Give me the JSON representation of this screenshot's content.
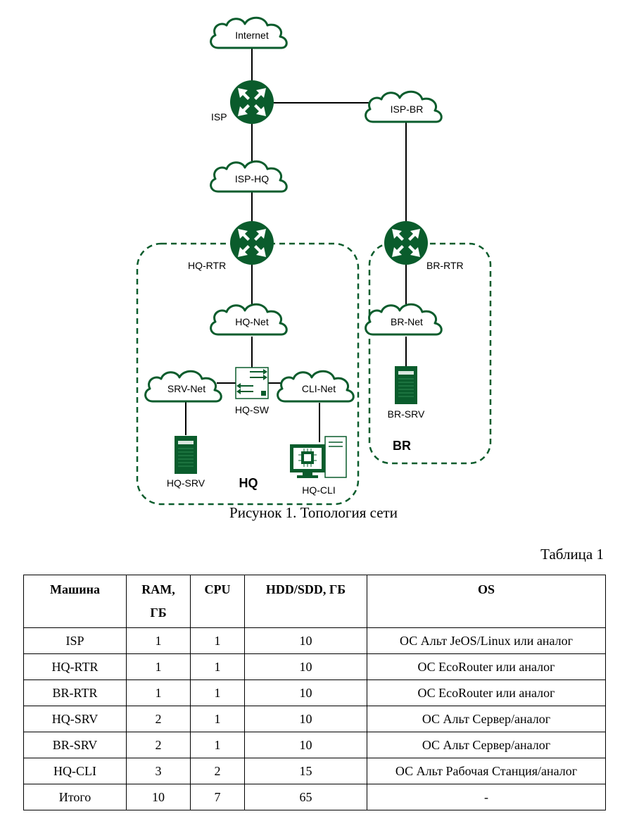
{
  "diagram": {
    "nodes": {
      "internet": "Internet",
      "isp": "ISP",
      "isp_br": "ISP-BR",
      "isp_hq": "ISP-HQ",
      "hq_rtr": "HQ-RTR",
      "br_rtr": "BR-RTR",
      "hq_net": "HQ-Net",
      "br_net": "BR-Net",
      "srv_net": "SRV-Net",
      "cli_net": "CLI-Net",
      "hq_sw": "HQ-SW",
      "hq_srv": "HQ-SRV",
      "br_srv": "BR-SRV",
      "hq_cli": "HQ-CLI"
    },
    "zones": {
      "hq": "HQ",
      "br": "BR"
    },
    "colors": {
      "device_green": "#0a5c2c",
      "cloud_stroke": "#0a5c2c",
      "zone_dash": "#0a5c2c"
    }
  },
  "caption": "Рисунок 1. Топология сети",
  "table_caption": "Таблица 1",
  "table": {
    "headers": {
      "machine": "Машина",
      "ram_1": "RAM,",
      "ram_2": "ГБ",
      "cpu": "CPU",
      "disk": "HDD/SDD, ГБ",
      "os": "OS"
    },
    "rows": [
      [
        "ISP",
        "1",
        "1",
        "10",
        "ОС Альт JeOS/Linux или аналог"
      ],
      [
        "HQ-RTR",
        "1",
        "1",
        "10",
        "ОС EcoRouter или аналог"
      ],
      [
        "BR-RTR",
        "1",
        "1",
        "10",
        "ОС EcoRouter или аналог"
      ],
      [
        "HQ-SRV",
        "2",
        "1",
        "10",
        "ОС Альт Сервер/аналог"
      ],
      [
        "BR-SRV",
        "2",
        "1",
        "10",
        "ОС Альт Сервер/аналог"
      ],
      [
        "HQ-CLI",
        "3",
        "2",
        "15",
        "ОС Альт Рабочая Станция/аналог"
      ],
      [
        "Итого",
        "10",
        "7",
        "65",
        "-"
      ]
    ]
  }
}
